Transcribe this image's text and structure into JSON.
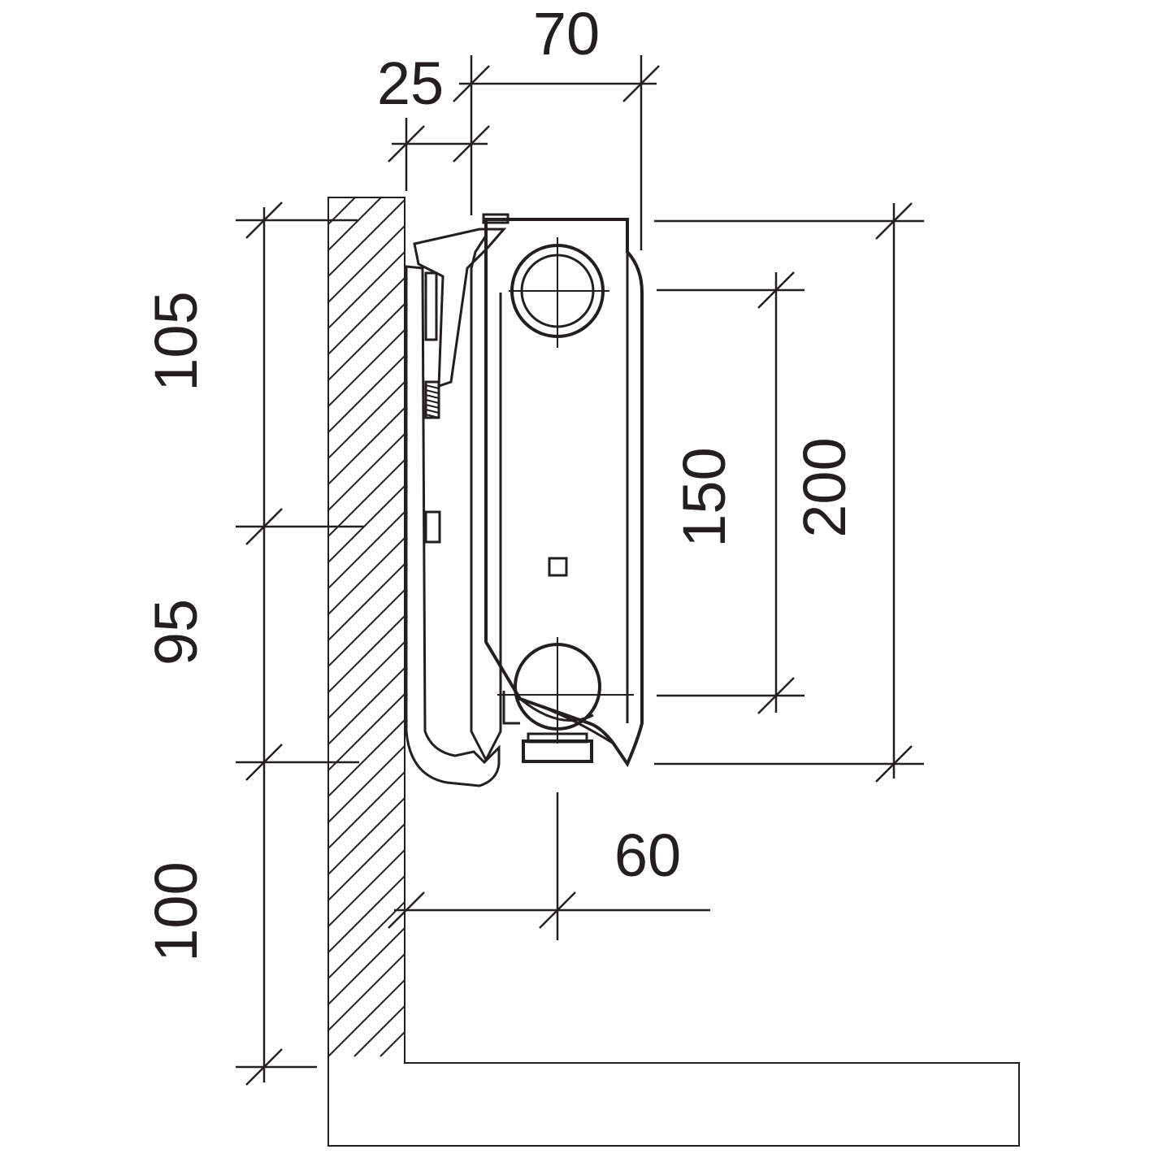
{
  "dimensions": {
    "width_total": "70",
    "wall_gap": "25",
    "height_upper": "105",
    "height_middle": "95",
    "height_floor": "100",
    "connection_spacing": "150",
    "height_total": "200",
    "connection_offset": "60"
  },
  "colors": {
    "line": "#231f20",
    "background": "#ffffff"
  }
}
